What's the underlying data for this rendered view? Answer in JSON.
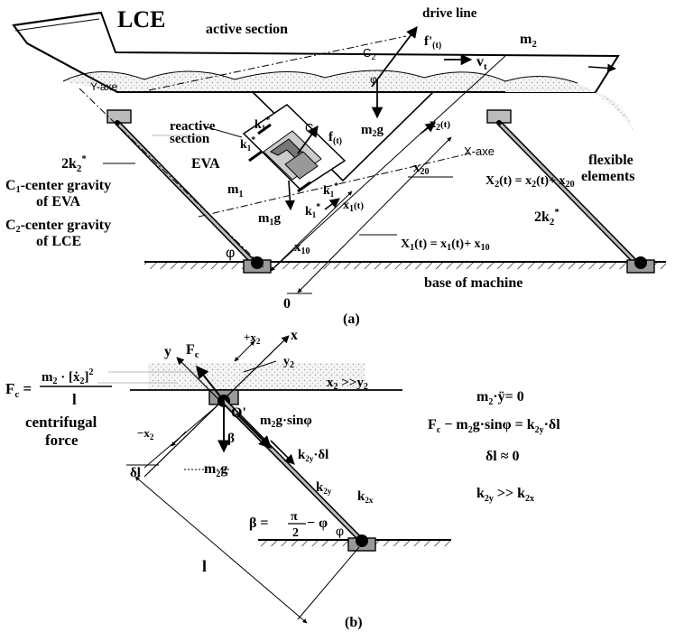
{
  "panel_a": {
    "caption": "(a)",
    "labels": {
      "lce": "LCE",
      "drive_line": "drive line",
      "active_section": "active section",
      "m2": "m",
      "m2_sub": "2",
      "vt": "v",
      "vt_sub": "t",
      "f_prime": "f'",
      "f_prime_arg": "(t)",
      "c2": "C",
      "c2_sub": "2",
      "phi_top": "φ",
      "y_axe": "Y-axe",
      "x_axe": "X-axe",
      "reactive_section_1": "reactive",
      "reactive_section_2": "section",
      "c1": "C",
      "c1_sub": "1",
      "f_t": "f",
      "f_t_arg": "(t)",
      "m2g": "m",
      "m2g_sub": "2",
      "m2g_g": "g",
      "k1": "k",
      "k1_sub": "1",
      "k1_star": "*",
      "eva": "EVA",
      "m1": "m",
      "m1_sub": "1",
      "m1g": "m",
      "m1g_sub": "1",
      "m1g_g": "g",
      "x2t": "x",
      "x2t_sub": "2",
      "x2t_arg": "(t)",
      "x20": "x",
      "x20_sub": "20",
      "X2_eq": "X",
      "X2_eq_rest": "(t) = x",
      "X2_eq_rest2": "(t)+ x",
      "X2_sub": "2",
      "x1t": "x",
      "x1t_sub": "1",
      "x1t_arg": "(t)",
      "x10": "x",
      "x10_sub": "10",
      "X1_eq": "X",
      "X1_sub": "1",
      "X1_eq_rest": "(t) = x",
      "X1_eq_rest2": "(t)+ x",
      "two_k2": "2k",
      "two_k2_sub": "2",
      "two_k2_star": "*",
      "c1_center_1": "C",
      "c1_center_sub": "1",
      "c1_center_rest": "-center gravity",
      "c1_center_2": "of EVA",
      "c2_center_1": "C",
      "c2_center_sub": "2",
      "c2_center_rest": "-center gravity",
      "c2_center_2": "of LCE",
      "flexible_1": "flexible",
      "flexible_2": "elements",
      "phi_left": "φ",
      "zero": "0",
      "base": "base of machine"
    }
  },
  "panel_b": {
    "caption": "(b)",
    "labels": {
      "fc_left": "F",
      "fc_left_sub": "c",
      "fc_eq": " = ",
      "fc_num": "m",
      "fc_num_sub": "2",
      "fc_num_rest": " · [ẋ",
      "fc_num_rest_sub": "2",
      "fc_num_rest2": "]",
      "fc_num_pow": "2",
      "fc_den": "l",
      "centrifugal_1": "centrifugal",
      "centrifugal_2": "force",
      "y": "y",
      "fc": "F",
      "fc_sub": "c",
      "plus_x2": "+x",
      "plus_x2_sub": "2",
      "x": "x",
      "y2": "y",
      "y2_sub": "2",
      "x2_gg_y2": "x",
      "x2_gg_y2_sub": "2",
      "x2_gg_y2_mid": " >>y",
      "x2_gg_y2_sub2": "2",
      "o_prime": "O'",
      "minus_x2": "−x",
      "minus_x2_sub": "2",
      "beta": "β",
      "m2g_sin": "m",
      "m2g_sin_sub": "2",
      "m2g_sin_rest": "g·sinφ",
      "k2y_dl": "k",
      "k2y_dl_sub": "2y",
      "k2y_dl_rest": "·δl",
      "delta_l": "δl",
      "m2g": "m",
      "m2g_sub": "2",
      "m2g_g": "g",
      "k2y": "k",
      "k2y_sub": "2y",
      "k2x": "k",
      "k2x_sub": "2x",
      "beta_eq": "β = ",
      "beta_pi": "π",
      "beta_two": "2",
      "beta_rest": " − φ",
      "phi": "φ",
      "l": "l",
      "eq1": "m",
      "eq1_sub": "2",
      "eq1_rest": "·ÿ= 0",
      "eq2": "F",
      "eq2_sub": "c",
      "eq2_rest": " − m",
      "eq2_sub2": "2",
      "eq2_rest2": "g·sinφ = k",
      "eq2_sub3": "2y",
      "eq2_rest3": "·δl",
      "eq3": "δl ≈ 0",
      "eq4": "k",
      "eq4_sub": "2y",
      "eq4_mid": " >> k",
      "eq4_sub2": "2x"
    }
  }
}
